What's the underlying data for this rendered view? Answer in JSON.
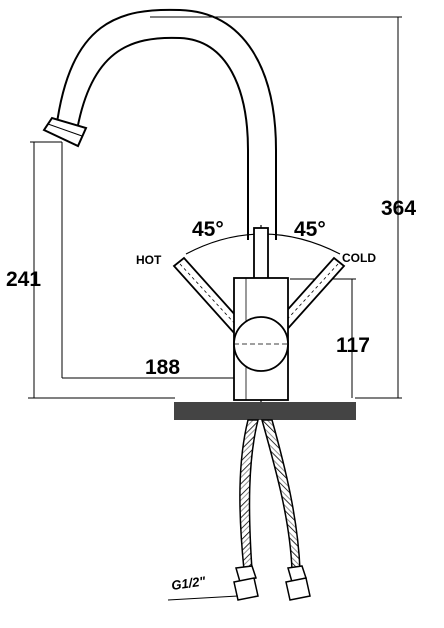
{
  "dimensions": {
    "total_height": "364",
    "spout_height": "241",
    "spout_reach": "188",
    "body_height": "117"
  },
  "angles": {
    "left": "45°",
    "right": "45°"
  },
  "labels": {
    "hot": "HOT",
    "cold": "COLD",
    "thread": "G1/2\""
  },
  "colors": {
    "line": "#000000",
    "base": "#444444"
  }
}
